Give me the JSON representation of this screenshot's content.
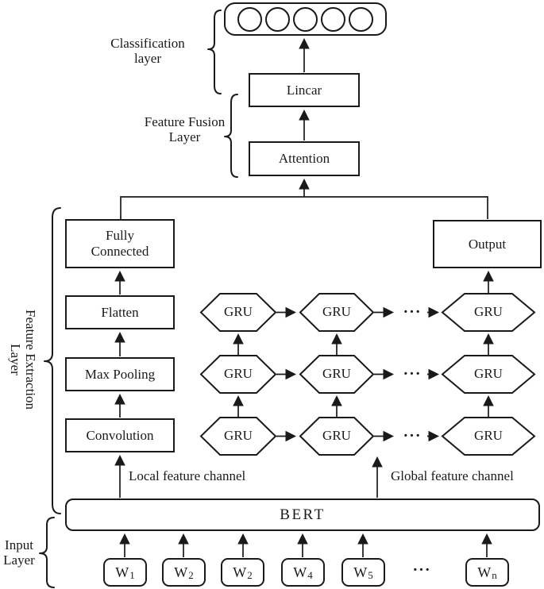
{
  "layer_labels": {
    "classification": {
      "line1": "Classification",
      "line2": "layer"
    },
    "feature_fusion": {
      "line1": "Feature Fusion",
      "line2": "Layer"
    },
    "feature_extraction": {
      "line1": "Feature Extraction",
      "line2": "Layer"
    },
    "input": {
      "line1": "Input",
      "line2": "Layer"
    }
  },
  "blocks": {
    "linear": "Lincar",
    "attention": "Attention",
    "fully_connected": {
      "line1": "Fully",
      "line2": "Connected"
    },
    "flatten": "Flatten",
    "max_pooling": "Max Pooling",
    "convolution": "Convolution",
    "output": "Output",
    "bert": "BERT",
    "gru": "GRU"
  },
  "channels": {
    "local": "Local feature channel",
    "global": "Global feature channel"
  },
  "ellipsis": "···",
  "input_tokens": [
    {
      "base": "W",
      "sub": "1"
    },
    {
      "base": "W",
      "sub": "2"
    },
    {
      "base": "W",
      "sub": "2"
    },
    {
      "base": "W",
      "sub": "4"
    },
    {
      "base": "W",
      "sub": "5"
    },
    {
      "base": "W",
      "sub": "n"
    }
  ],
  "colors": {
    "stroke": "#1a1a1a",
    "background": "#ffffff"
  }
}
